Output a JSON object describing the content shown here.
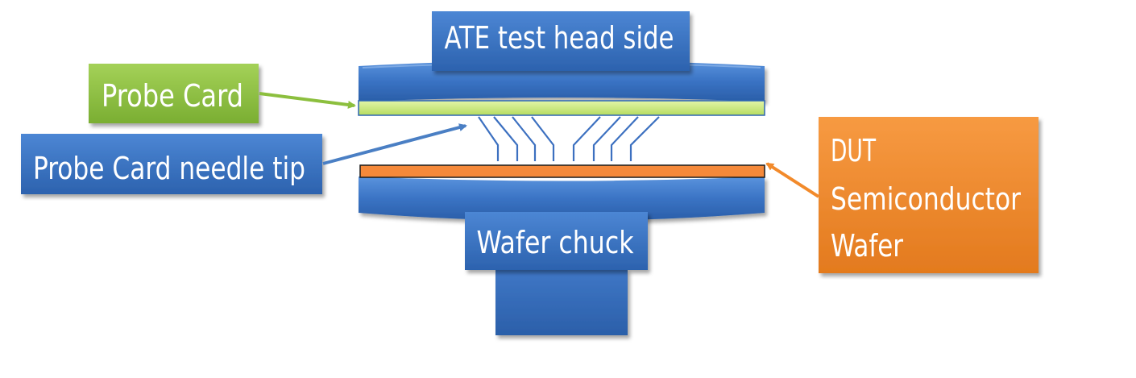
{
  "labels": {
    "ate_head": "ATE test head side",
    "probe_card": "Probe Card",
    "needle_tip": "Probe Card needle tip",
    "wafer_chuck": "Wafer chuck",
    "dut_line1": "DUT",
    "dut_line2": "Semiconductor",
    "dut_line3": "Wafer"
  },
  "colors": {
    "blue": "#3a73c4",
    "blue_dark": "#285ea8",
    "green": "#8cbf3e",
    "orange": "#f28a2b",
    "wafer_orange": "#f5893a",
    "probe_board": "#c8ea7a",
    "arrow_green": "#8cbf3e",
    "arrow_blue": "#4a7fc4",
    "arrow_orange": "#f28a2b"
  }
}
